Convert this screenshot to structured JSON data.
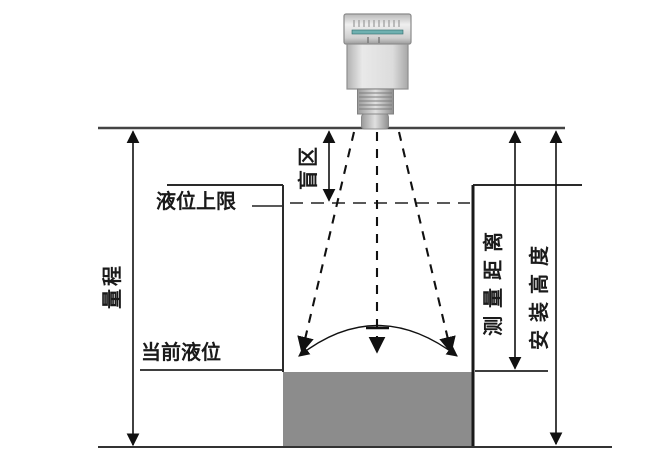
{
  "labels": {
    "range": "量程",
    "blind_zone": "盲区",
    "upper_limit": "液位上限",
    "current_level": "当前液位",
    "measure_distance": "测量距离",
    "install_height": "安装高度"
  },
  "colors": {
    "background": "#ffffff",
    "line": "#222222",
    "boundary_line": "#4a4a4a",
    "liquid_fill": "#8c8c8c",
    "sensor_body": "#d9d9d9",
    "sensor_accent": "#6fb0b0",
    "text": "#1a1a1a"
  },
  "icons": {
    "sensor": "ultrasonic-level-sensor",
    "beam": "ultrasonic-beam-cone",
    "echo_arc": "echo-wavefront-arc",
    "liquid": "liquid-fill-region"
  }
}
